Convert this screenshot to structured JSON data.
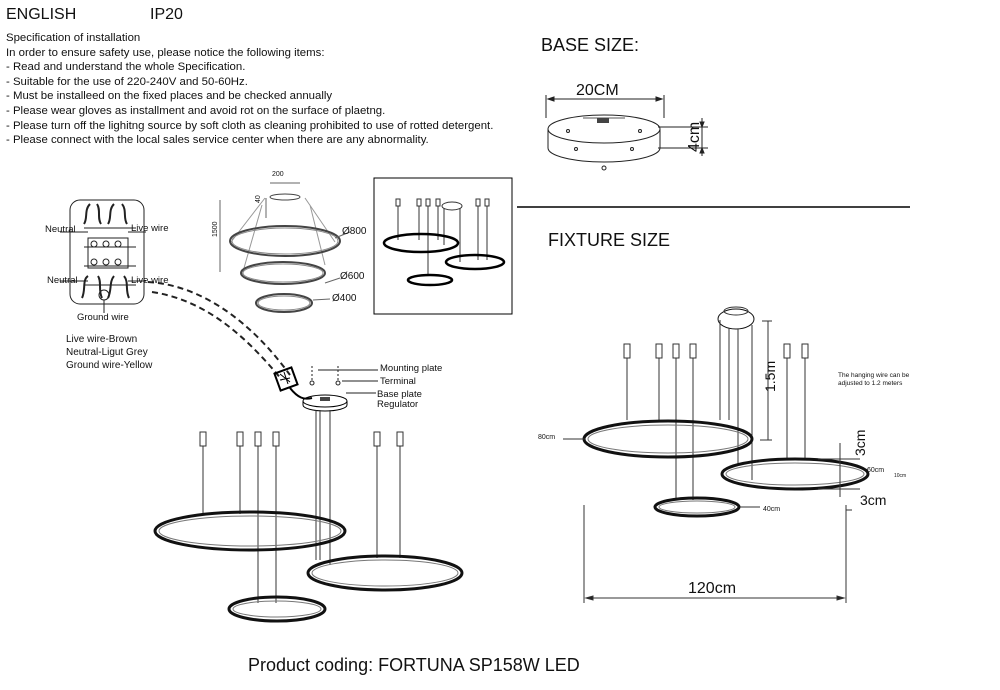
{
  "header": {
    "language": "ENGLISH",
    "ip_rating": "IP20"
  },
  "specification": {
    "items": [
      "Specification of installation",
      "In order to ensure safety use, please notice the following items:",
      "- Read and understand the whole Specification.",
      "- Suitable for the use of 220-240V and 50-60Hz.",
      "- Must be installeed on the fixed places and be checked annually",
      "- Please wear gloves as installment and avoid rot on the surface of plaetng.",
      "- Please turn off the lighitng source by soft cloth as cleaning prohibited to use of rotted detergent.",
      "- Please connect with the local sales service center when there are any abnormality."
    ]
  },
  "base_size": {
    "title": "BASE SIZE:",
    "diameter": "20CM",
    "height": "4cm"
  },
  "fixture_size": {
    "title": "FIXTURE SIZE",
    "ring_large": "80cm",
    "ring_medium": "60cm",
    "ring_small": "40cm",
    "hang_height": "1.5m",
    "spacing_top": "3cm",
    "spacing_bottom": "3cm",
    "total_width": "120cm",
    "ring_depth": "10cm",
    "note": "The hanging wire can be adjusted to 1.2 meters"
  },
  "wiring": {
    "neutral_top": "Neutral",
    "live_top": "Live wire",
    "neutral_bottom": "Neutral",
    "live_bottom": "Live wire",
    "ground": "Ground wire",
    "legend": [
      "Live wire-Brown",
      "Neutral-Ligut Grey",
      "Ground wire-Yellow"
    ]
  },
  "mounting": {
    "mounting_plate": "Mounting plate",
    "terminal": "Terminal",
    "base_plate": "Base plate",
    "regulator": "Regulator"
  },
  "product_view": {
    "width": "200",
    "height": "1500",
    "base": "40",
    "d800": "Ø800",
    "d600": "Ø600",
    "d400": "Ø400"
  },
  "footer": {
    "product_coding": "Product coding: FORTUNA SP158W LED"
  }
}
